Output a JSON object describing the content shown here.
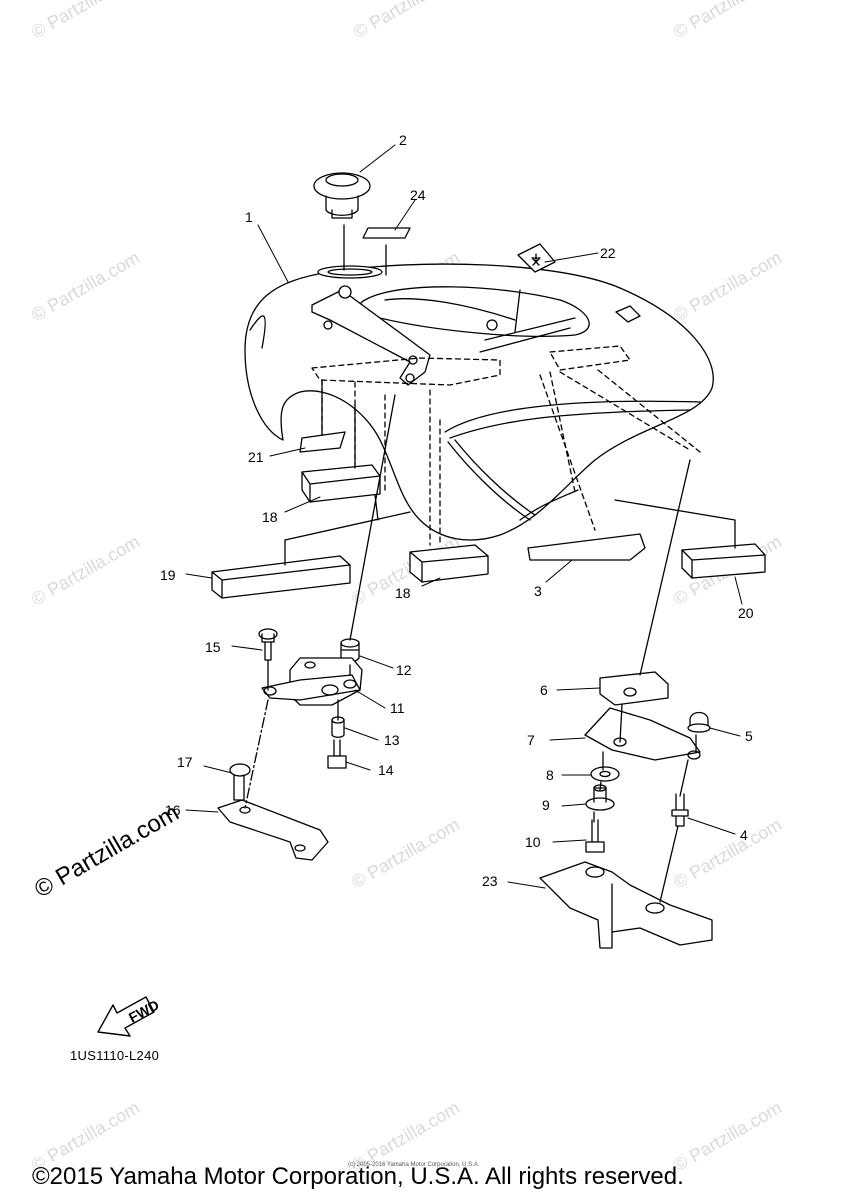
{
  "watermark": "© Partzilla.com",
  "watermark_prominent": "© Partzilla.com",
  "part_code": "1US1110-L240",
  "fwd_label": "FWD",
  "fine_print": "(c) 2005-2016 Yamaha Motor Corporation, U.S.A.",
  "copyright": "©2015 Yamaha Motor Corporation, U.S.A. All rights reserved.",
  "callouts": {
    "c1": "1",
    "c2": "2",
    "c3": "3",
    "c4": "4",
    "c5": "5",
    "c6": "6",
    "c7": "7",
    "c8": "8",
    "c9": "9",
    "c10": "10",
    "c11": "11",
    "c12": "12",
    "c13": "13",
    "c14": "14",
    "c15": "15",
    "c16": "16",
    "c17": "17",
    "c18a": "18",
    "c18b": "18",
    "c19": "19",
    "c20": "20",
    "c21": "21",
    "c22": "22",
    "c23": "23",
    "c24": "24"
  },
  "colors": {
    "line": "#000000",
    "watermark": "#d9d9d9"
  }
}
